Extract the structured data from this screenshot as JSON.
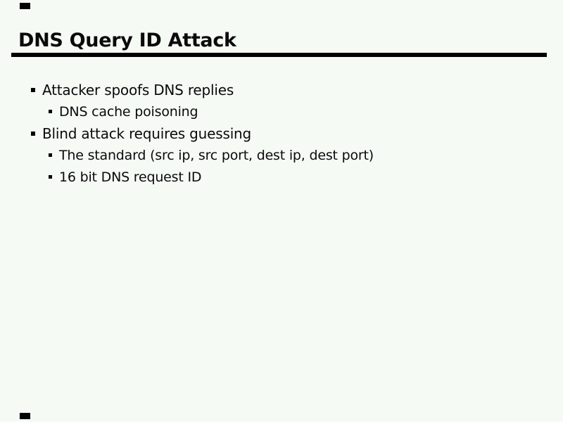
{
  "slide": {
    "title": "DNS Query ID Attack",
    "bullets": [
      {
        "level": 1,
        "text": "Attacker spoofs DNS replies"
      },
      {
        "level": 2,
        "text": "DNS cache poisoning"
      },
      {
        "level": 1,
        "text": "Blind attack requires guessing"
      },
      {
        "level": 2,
        "text": "The standard (src ip, src port, dest ip, dest port)"
      },
      {
        "level": 2,
        "text": "16 bit DNS request ID"
      }
    ]
  },
  "icons": {
    "bullet_marker": "black-square",
    "crop_marks": "black-dash"
  },
  "colors": {
    "background": "#f5faf5",
    "text": "#0a0a0a",
    "rule": "#000000",
    "bullet_marker": "#000000",
    "crop_mark": "#000000"
  }
}
